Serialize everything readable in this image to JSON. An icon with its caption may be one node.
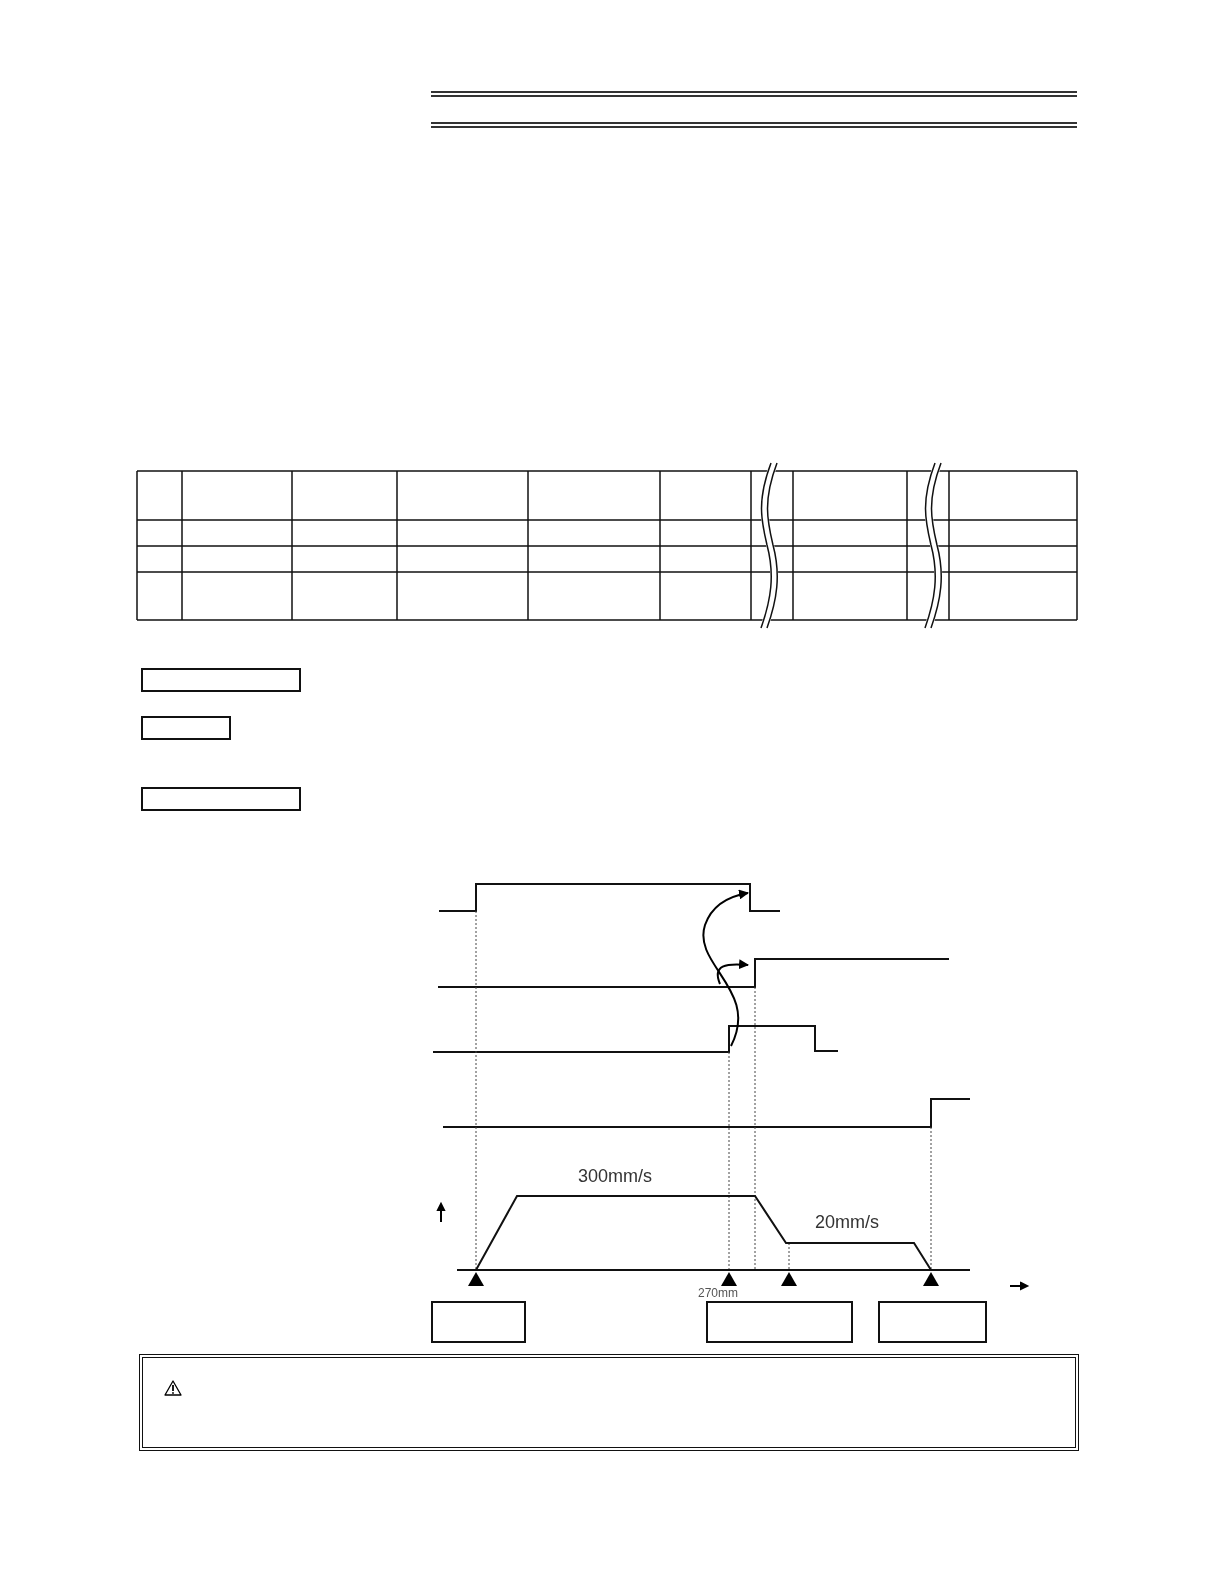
{
  "diagram": {
    "nodes": [
      {
        "text": [],
        "shape": "box"
      },
      {
        "text": [],
        "shape": "box"
      },
      {
        "text": [],
        "shape": "box"
      },
      {
        "text": [],
        "shape": "box"
      },
      {
        "text": [],
        "shape": "box"
      },
      {
        "text": [],
        "shape": "box"
      },
      {
        "text": [],
        "shape": "box"
      }
    ],
    "labels": [
      "300mm/s",
      "20mm/s",
      "270mm"
    ]
  }
}
